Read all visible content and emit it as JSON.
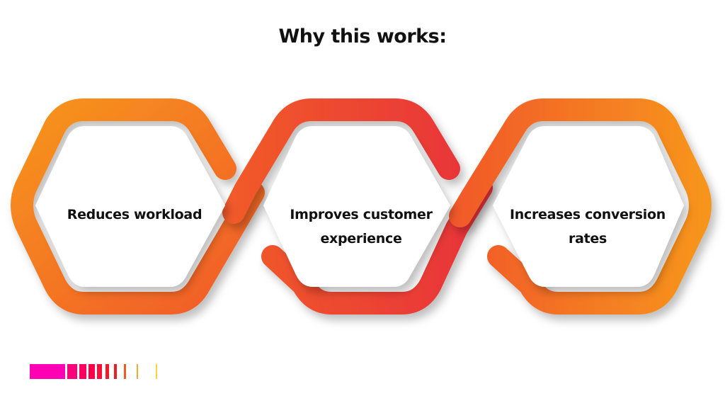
{
  "title": "Why this works:",
  "items": [
    {
      "label_line1": "Reduces workload",
      "label_line2": ""
    },
    {
      "label_line1": "Improves customer",
      "label_line2": "experience"
    },
    {
      "label_line1": "Increases conversion",
      "label_line2": "rates"
    }
  ],
  "colors": {
    "orange": "#F7941D",
    "orange_red": "#F15A29",
    "red": "#E8323A",
    "text": "#111111"
  },
  "decorative_bars": [
    {
      "width": 50,
      "color": "#FF00B4"
    },
    {
      "width": 14,
      "color": "#FF007A"
    },
    {
      "width": 10,
      "color": "#FF005E"
    },
    {
      "width": 9,
      "color": "#FF0048"
    },
    {
      "width": 7,
      "color": "#F8103A"
    },
    {
      "width": 5,
      "color": "#F01A2A"
    },
    {
      "width": 4,
      "color": "#EE1C25"
    },
    {
      "width": 3,
      "color": "#F05A22"
    },
    {
      "width": 2,
      "color": "#F7A833"
    },
    {
      "width": 2,
      "color": "#F9D342"
    }
  ]
}
